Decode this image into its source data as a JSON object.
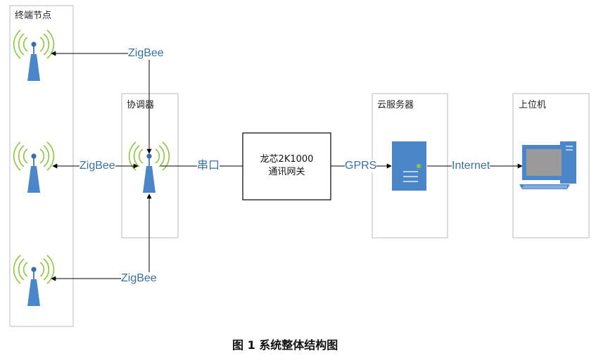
{
  "groups": {
    "terminal_nodes": "终端节点",
    "coordinator": "协调器",
    "cloud_server": "云服务器",
    "host_pc": "上位机"
  },
  "gateway": {
    "line1": "龙芯2K1000",
    "line2": "通讯网关"
  },
  "connections": {
    "zigbee_top": "ZigBee",
    "zigbee_middle": "ZigBee",
    "zigbee_bottom": "ZigBee",
    "serial": "串口",
    "gprs": "GPRS",
    "internet": "Internet"
  },
  "caption": "图 1  系统整体结构图",
  "colors": {
    "icon_blue": "#4a86c8",
    "wave_green": "#8cc63f",
    "label_blue": "#3d6fa0",
    "box_border": "#bbbbbb"
  },
  "icons": [
    "antenna-tower-icon",
    "server-icon",
    "desktop-computer-icon"
  ]
}
